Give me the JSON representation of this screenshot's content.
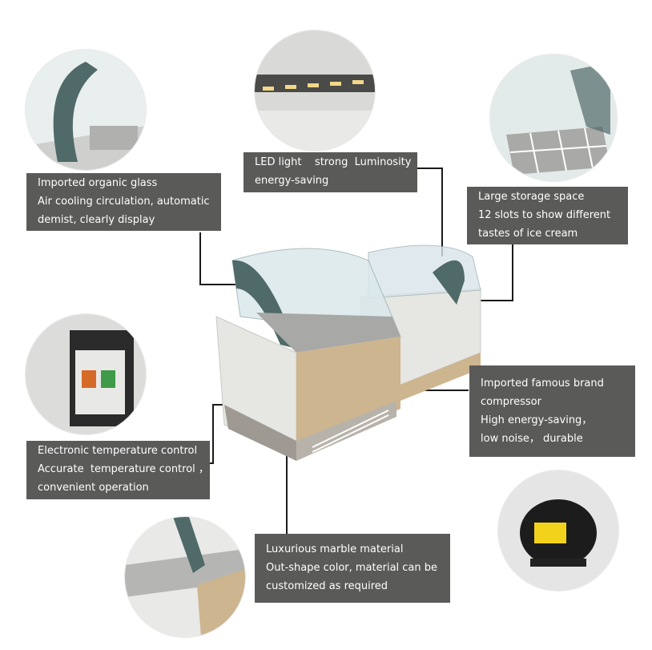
{
  "features": {
    "glass": {
      "line1": "Imported organic glass",
      "line2": "Air cooling circulation, automatic",
      "line3": "demist, clearly display"
    },
    "led": {
      "line1": "LED light    strong  Luminosity",
      "line2": "energy-saving"
    },
    "storage": {
      "line1": "Large storage space",
      "line2": "12 slots to show different",
      "line3": "tastes of ice cream"
    },
    "compressor": {
      "line1": "Imported famous brand",
      "line2": "compressor",
      "line3": "High energy-saving，",
      "line4": "low noise， durable"
    },
    "temperature": {
      "line1": "Electronic temperature control",
      "line2": "Accurate  temperature control ，",
      "line3": "convenient operation"
    },
    "marble": {
      "line1": "Luxurious marble material",
      "line2": "Out-shape color, material can be",
      "line3": "customized as required"
    }
  },
  "colors": {
    "callout_bg": "#5a5a59",
    "callout_text": "#ffffff",
    "leader_line": "#1a1a1a",
    "marble": "#e6e6e3",
    "gold_panel": "#cdb58f",
    "glass_edge": "#4f6a68"
  }
}
